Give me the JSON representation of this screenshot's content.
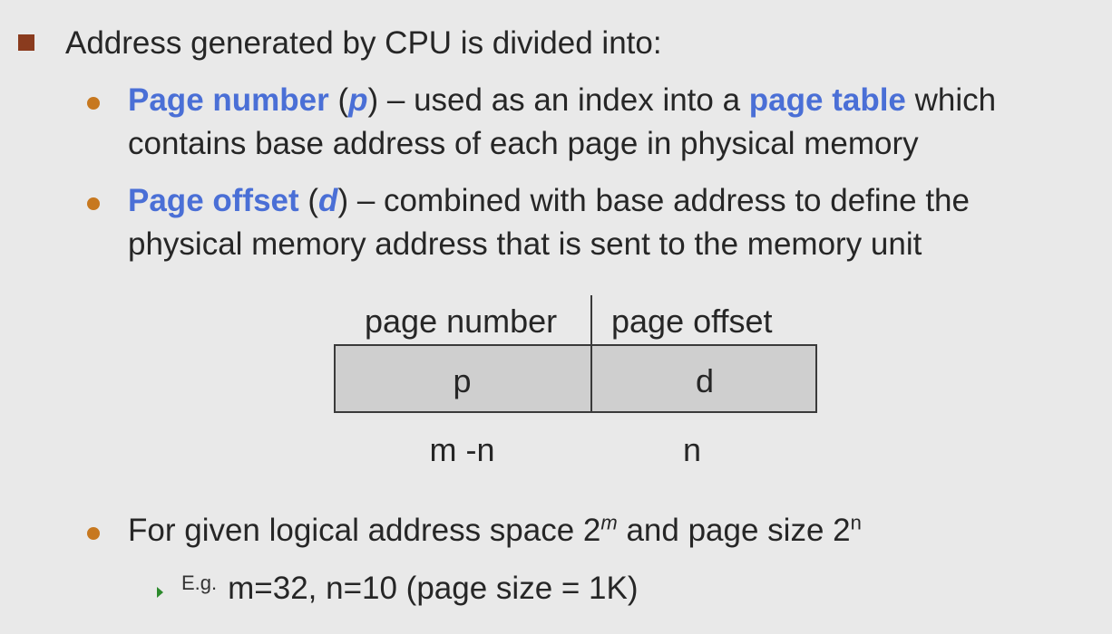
{
  "bullet1": {
    "text": "Address generated by CPU is divided into:"
  },
  "sub1": {
    "term": "Page number",
    "paren_open": " (",
    "var": "p",
    "rest": ") – used as an index into a ",
    "term2": "page table",
    "rest2": " which",
    "line2": "contains base address of each page in physical memory"
  },
  "sub2": {
    "term": "Page offset",
    "paren_open": " (",
    "var": "d",
    "rest": ") – combined with base address to define the",
    "line2": "physical memory address that is sent to the memory unit"
  },
  "table": {
    "header_left": "page number",
    "header_right": "page offset",
    "cell_left": "p",
    "cell_right": "d",
    "below_left": "m -n",
    "below_right": "n"
  },
  "sub3": {
    "text_a": "For given logical address space 2",
    "sup_a": "m",
    "text_b": " and page size 2",
    "sup_b": "n"
  },
  "sub4": {
    "eg": "E.g.",
    "text": "m=32, n=10 (page size = 1K)"
  },
  "colors": {
    "background": "#e9e9e9",
    "blue_term": "#4a6fd6",
    "square_bullet": "#8a3b1e",
    "round_bullet": "#c7781f",
    "arrow_bullet": "#2c8a2c",
    "table_fill": "#cfcfcf"
  }
}
